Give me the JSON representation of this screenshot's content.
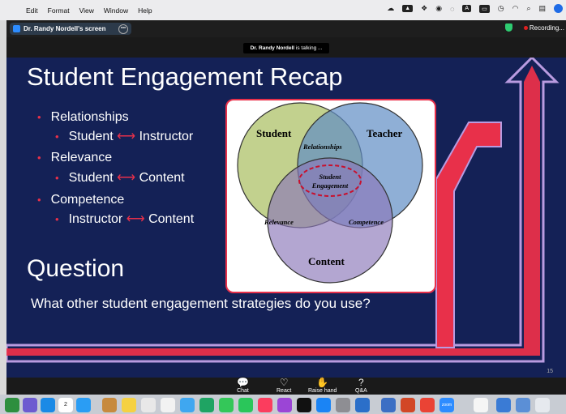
{
  "menubar": {
    "items": [
      "Edit",
      "Format",
      "View",
      "Window",
      "Help"
    ]
  },
  "zoom": {
    "share_label": "Dr. Randy Nordell's screen",
    "recording_label": "Recording...",
    "talking_name": "Dr. Randy Nordell",
    "talking_suffix": " is talking ..."
  },
  "slide": {
    "title": "Student Engagement Recap",
    "bullets": [
      {
        "main": "Relationships",
        "sub_left": "Student",
        "sub_right": "Instructor"
      },
      {
        "main": "Relevance",
        "sub_left": "Student",
        "sub_right": "Content"
      },
      {
        "main": "Competence",
        "sub_left": "Instructor",
        "sub_right": "Content"
      }
    ],
    "venn": {
      "student": "Student",
      "teacher": "Teacher",
      "content": "Content",
      "relationships": "Relationships",
      "relevance": "Relevance",
      "competence": "Competence",
      "engagement_line1": "Student",
      "engagement_line2": "Engagement"
    },
    "question_title": "Question",
    "question_text": "What other student engagement strategies do you use?",
    "page_number": "15",
    "colors": {
      "background": "#142156",
      "accent": "#e8304a",
      "arrow_outline": "#b99be0"
    }
  },
  "toolbar": {
    "chat": "Chat",
    "react": "React",
    "raise_hand": "Raise hand",
    "qa": "Q&A"
  },
  "dock": {
    "calendar_month": "JUL",
    "calendar_day": "2",
    "zoom_label": "zoom"
  }
}
